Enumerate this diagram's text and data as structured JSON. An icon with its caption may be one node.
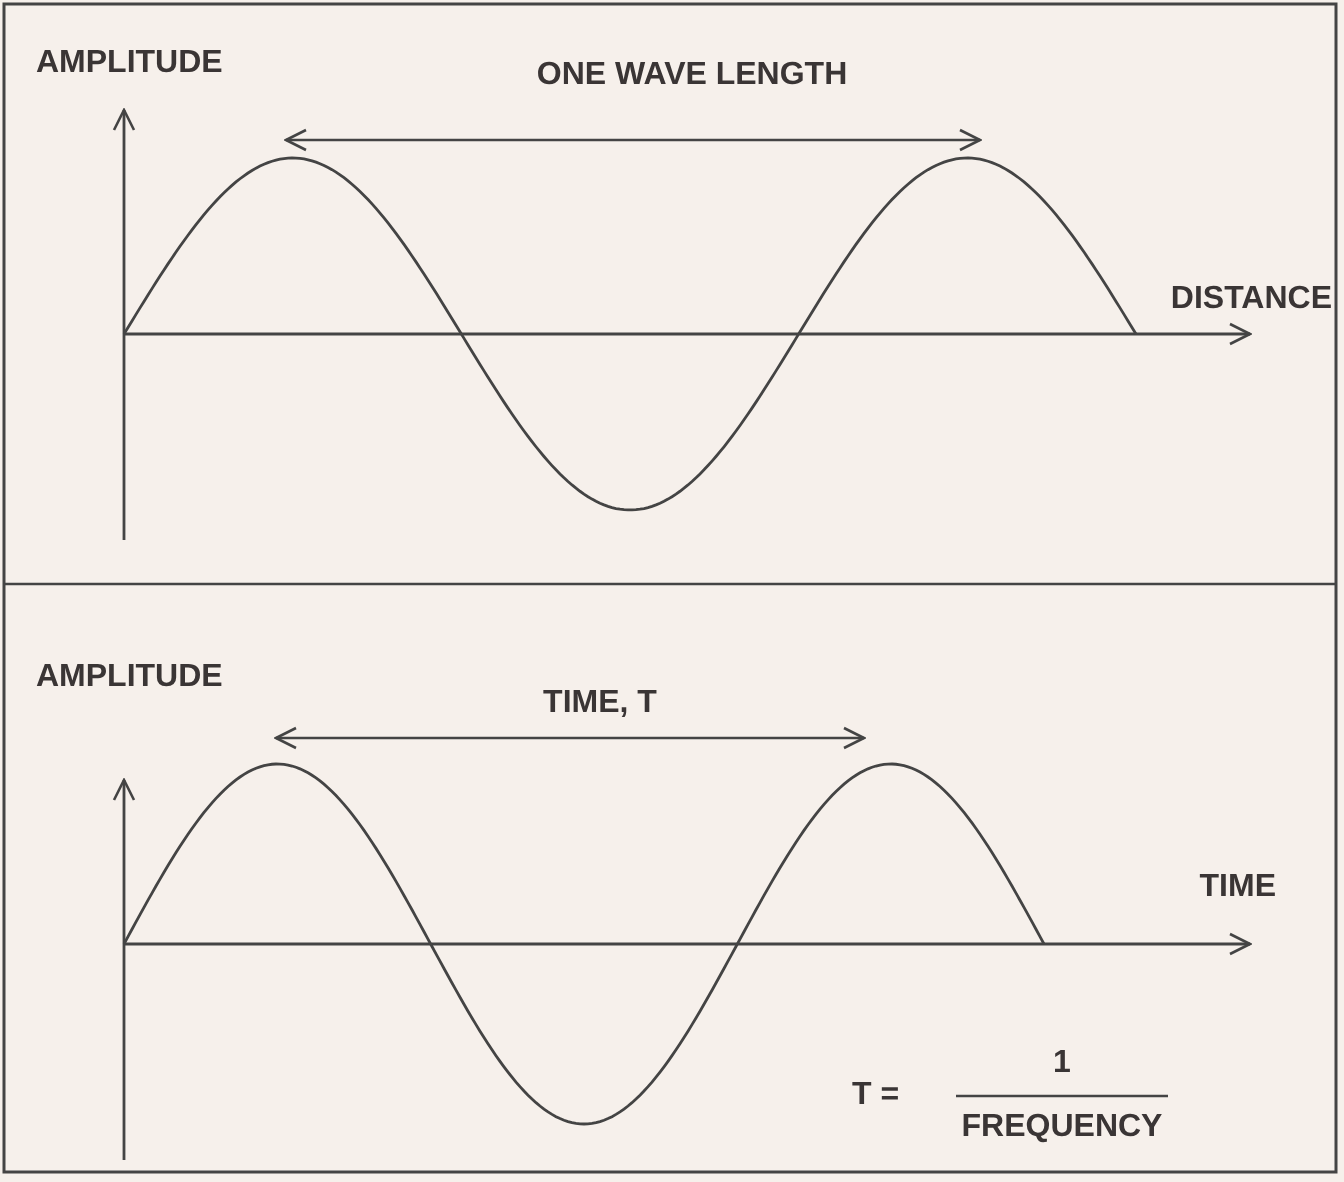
{
  "diagram": {
    "labels": [
      "AMPLITUDE",
      "ONE WAVE LENGTH",
      "DISTANCE",
      "AMPLITUDE",
      "TIME, T",
      "TIME",
      "T =",
      "1",
      "FREQUENCY"
    ]
  }
}
